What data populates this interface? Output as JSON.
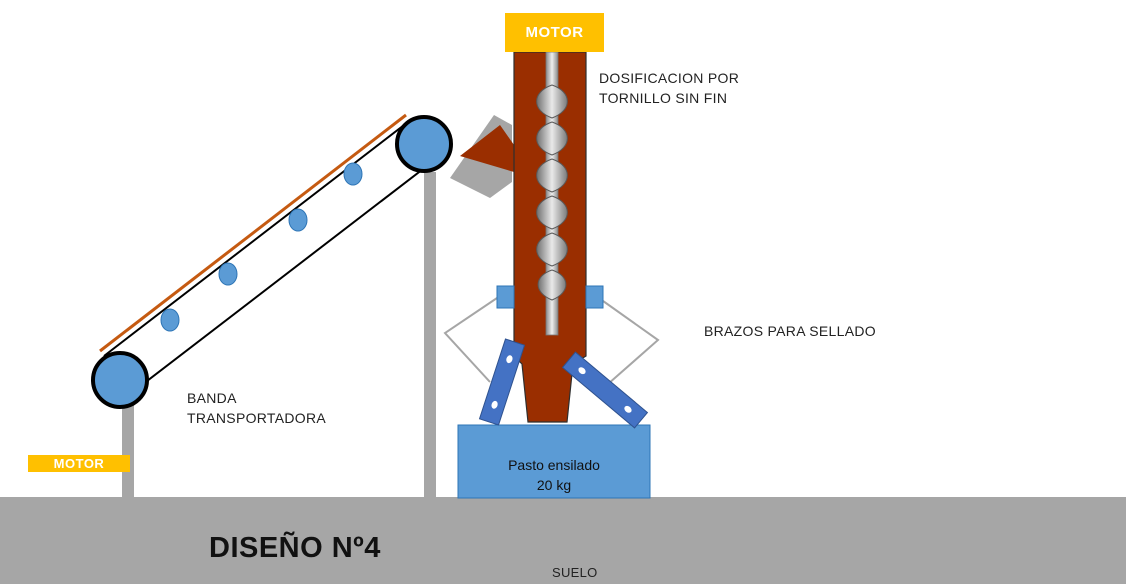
{
  "title": "DISEÑO Nº4",
  "motor_top": "MOTOR",
  "motor_bottom": "MOTOR",
  "screw_label_line1": "DOSIFICACION POR",
  "screw_label_line2": "TORNILLO SIN FIN",
  "arms_label": "BRAZOS PARA SELLADO",
  "belt_label_line1": "BANDA",
  "belt_label_line2": "TRANSPORTADORA",
  "product_line1": "Pasto ensilado",
  "product_line2": "20 kg",
  "ground_label": "SUELO",
  "colors": {
    "motor": "#ffc000",
    "hopper": "#9a2e00",
    "blue": "#5b9bd5",
    "blue_dark": "#2e5aa8",
    "gray": "#a6a6a6",
    "belt_top": "#c55a11"
  }
}
